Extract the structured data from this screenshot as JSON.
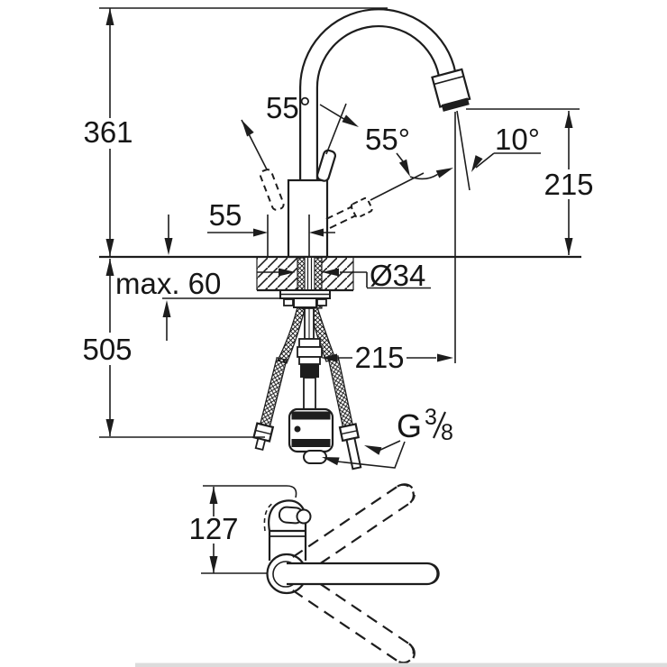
{
  "drawing": {
    "background": "#ffffff",
    "line_color": "#1d1d1d",
    "labels": {
      "total_height": "361",
      "below_counter_height": "505",
      "counter_thickness_max": "max. 60",
      "center_offset": "55",
      "handle_swivel_angle": "55°",
      "spray_swivel_angle": "55°",
      "spout_tilt_angle": "10°",
      "outlet_height": "215",
      "spout_reach": "215",
      "hole_diameter": "Ø34",
      "thread_prefix": "G",
      "thread_numerator": "3",
      "thread_denominator": "8",
      "base_depth": "127"
    }
  }
}
